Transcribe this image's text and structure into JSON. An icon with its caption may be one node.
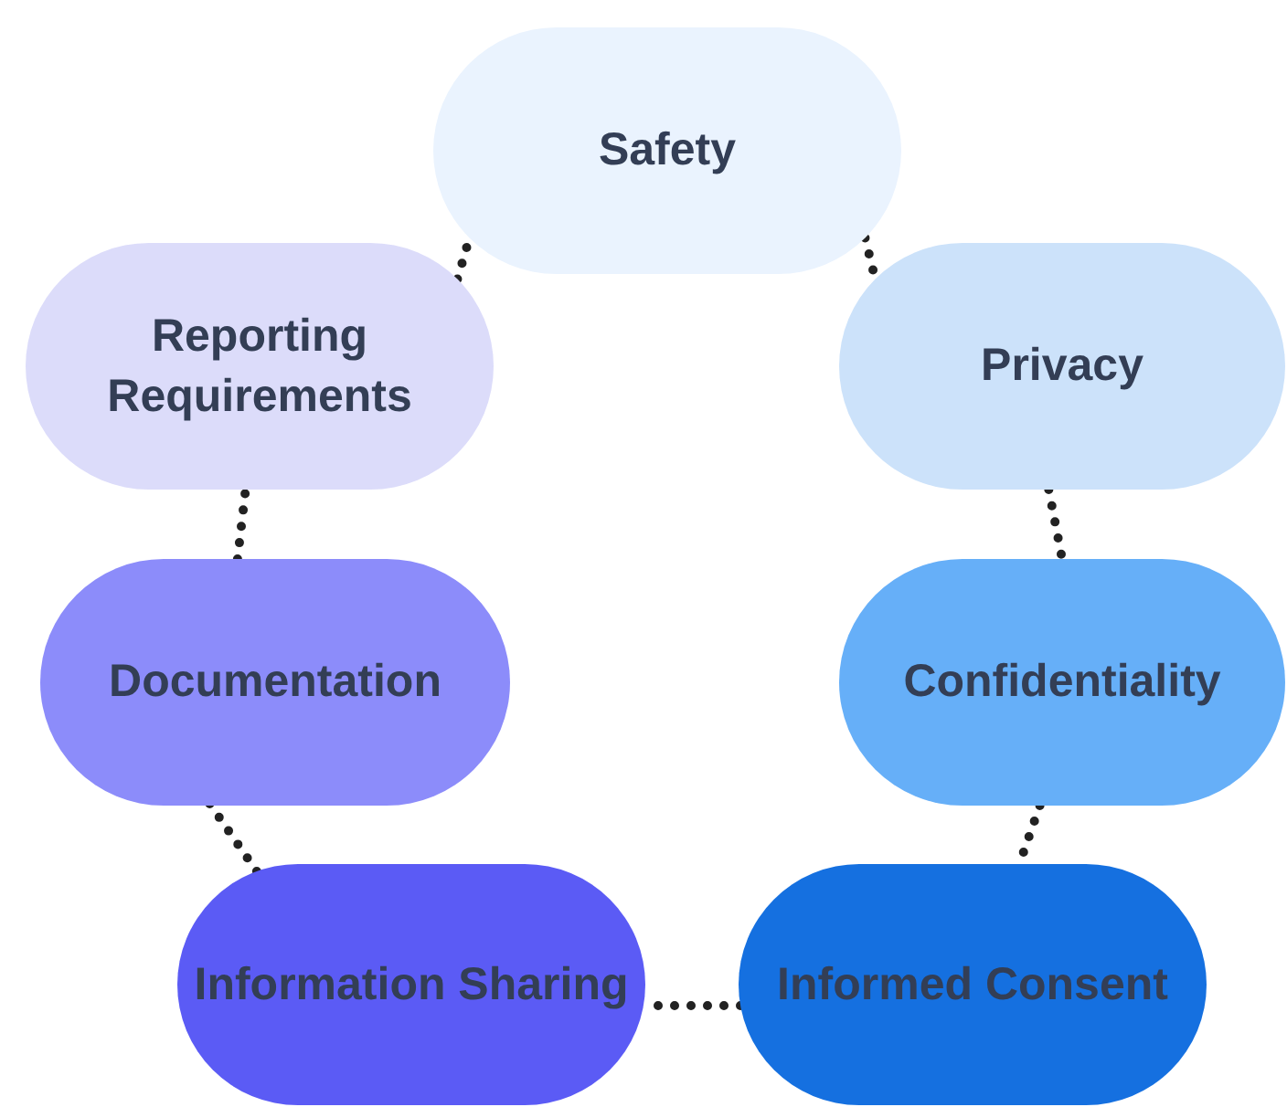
{
  "diagram": {
    "nodes": [
      {
        "text": [
          "Safety"
        ]
      },
      {
        "text": [
          "Reporting Requirements"
        ]
      },
      {
        "text": [
          "Privacy"
        ]
      },
      {
        "text": [
          "Documentation"
        ]
      },
      {
        "text": [
          "Confidentiality"
        ]
      },
      {
        "text": [
          "Information Sharing"
        ]
      },
      {
        "text": [
          "Informed Consent"
        ]
      }
    ],
    "edges": [
      {
        "from": 0,
        "to": 2,
        "arrow": "none",
        "style": "dashed"
      },
      {
        "from": 2,
        "to": 4,
        "arrow": "none",
        "style": "dashed"
      },
      {
        "from": 4,
        "to": 6,
        "arrow": "none",
        "style": "dashed"
      },
      {
        "from": 6,
        "to": 5,
        "arrow": "none",
        "style": "dashed"
      },
      {
        "from": 5,
        "to": 3,
        "arrow": "none",
        "style": "dashed"
      },
      {
        "from": 3,
        "to": 1,
        "arrow": "none",
        "style": "dashed"
      },
      {
        "from": 1,
        "to": 0,
        "arrow": "none",
        "style": "dashed"
      }
    ]
  }
}
